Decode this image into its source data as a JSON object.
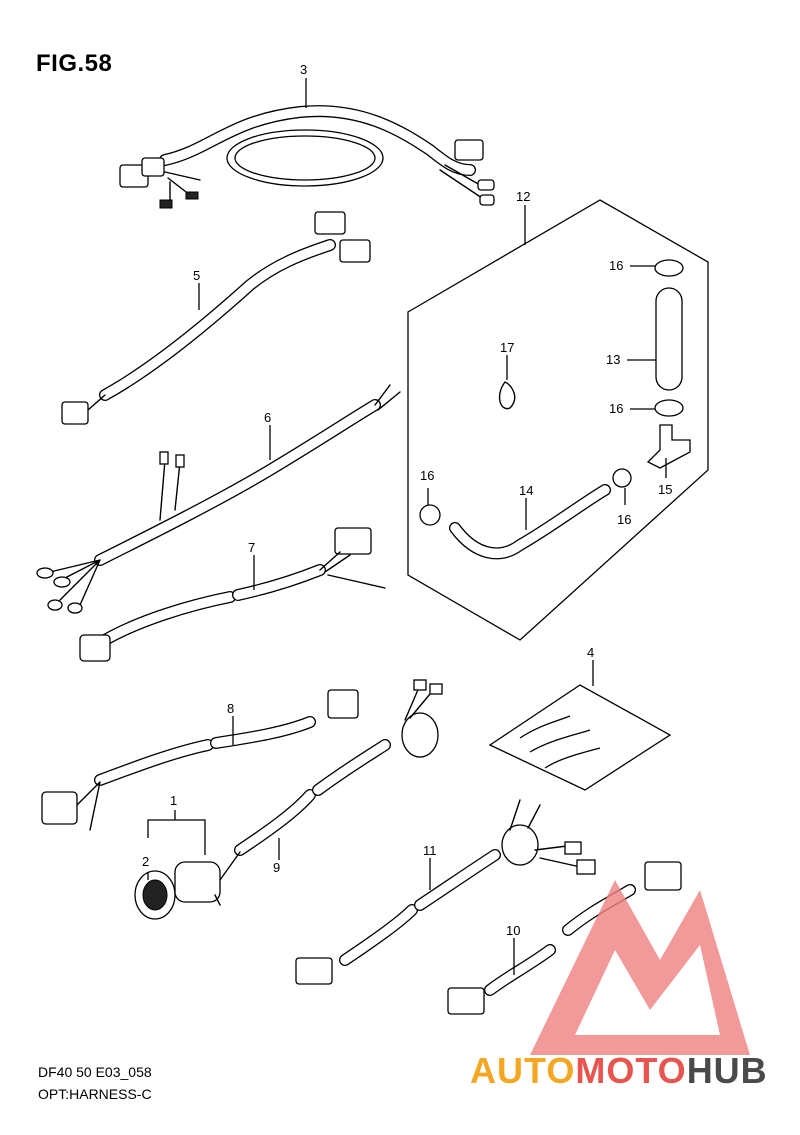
{
  "figure": {
    "title": "FIG.58"
  },
  "caption": {
    "line1": "DF40 50 E03_058",
    "line2": "OPT:HARNESS-C"
  },
  "labels": [
    "1",
    "2",
    "3",
    "4",
    "5",
    "6",
    "7",
    "8",
    "9",
    "10",
    "11",
    "12",
    "13",
    "14",
    "15",
    "16",
    "17"
  ],
  "watermark": {
    "parts": [
      "AUTO",
      "MOTO",
      "HUB"
    ],
    "colors": {
      "auto": "#f5a623",
      "moto": "#e8554e",
      "hub": "#4a4a4a",
      "logo": "#f08080"
    }
  }
}
